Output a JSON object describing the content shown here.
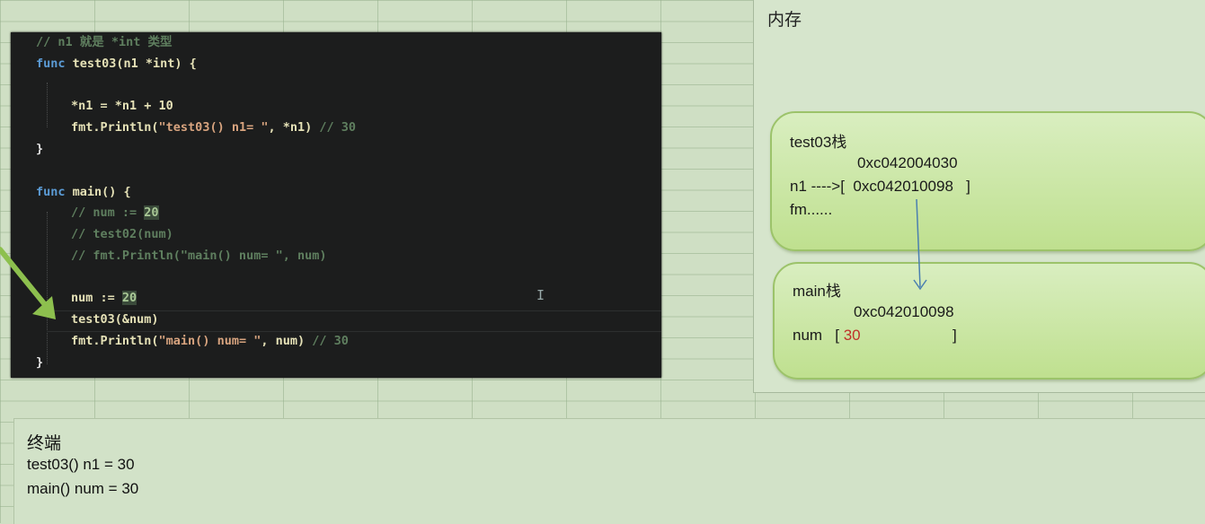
{
  "code": {
    "comment_header": "// n1 就是 *int 类型",
    "l_func_test03_kw": "func",
    "l_func_test03_rest": " test03(n1 *int) {",
    "l_assign": "*n1 = *n1 + 10",
    "l_print1_a": "fmt.Println(",
    "l_print1_str": "\"test03() n1= \"",
    "l_print1_b": ", *n1) ",
    "l_print1_cmt": "// 30",
    "l_close1": "}",
    "l_func_main_kw": "func",
    "l_func_main_rest": " main() {",
    "l_c1_a": "// num := ",
    "l_c1_num": "20",
    "l_c2": "// test02(num)",
    "l_c3": "// fmt.Println(\"main() num= \", num)",
    "l_num_a": "num := ",
    "l_num_val": "20",
    "l_call": "test03(&num)",
    "l_print2_a": "fmt.Println(",
    "l_print2_str": "\"main() num= \"",
    "l_print2_b": ", num) ",
    "l_print2_cmt": "// 30",
    "l_close2": "}"
  },
  "memory": {
    "title": "内存",
    "test03_stack": {
      "label": "test03栈",
      "address": "0xc042004030",
      "n1_line": "n1 ---->[  0xc042010098   ]",
      "fm_line": "fm......"
    },
    "main_stack": {
      "label": "main栈",
      "address": "0xc042010098",
      "num_label": "num   [ ",
      "num_value": "30",
      "num_close": "]"
    }
  },
  "terminal": {
    "title": "终端",
    "lines": [
      "test03() n1 = 30",
      "main() num = 30"
    ]
  },
  "colors": {
    "background": "#cfdfc4",
    "code_bg": "#1c1d1d",
    "stack_green": "#bfe08f",
    "arrow_green": "#8dc04e",
    "pointer_blue": "#4a7fb0",
    "value_red": "#c0312a"
  }
}
